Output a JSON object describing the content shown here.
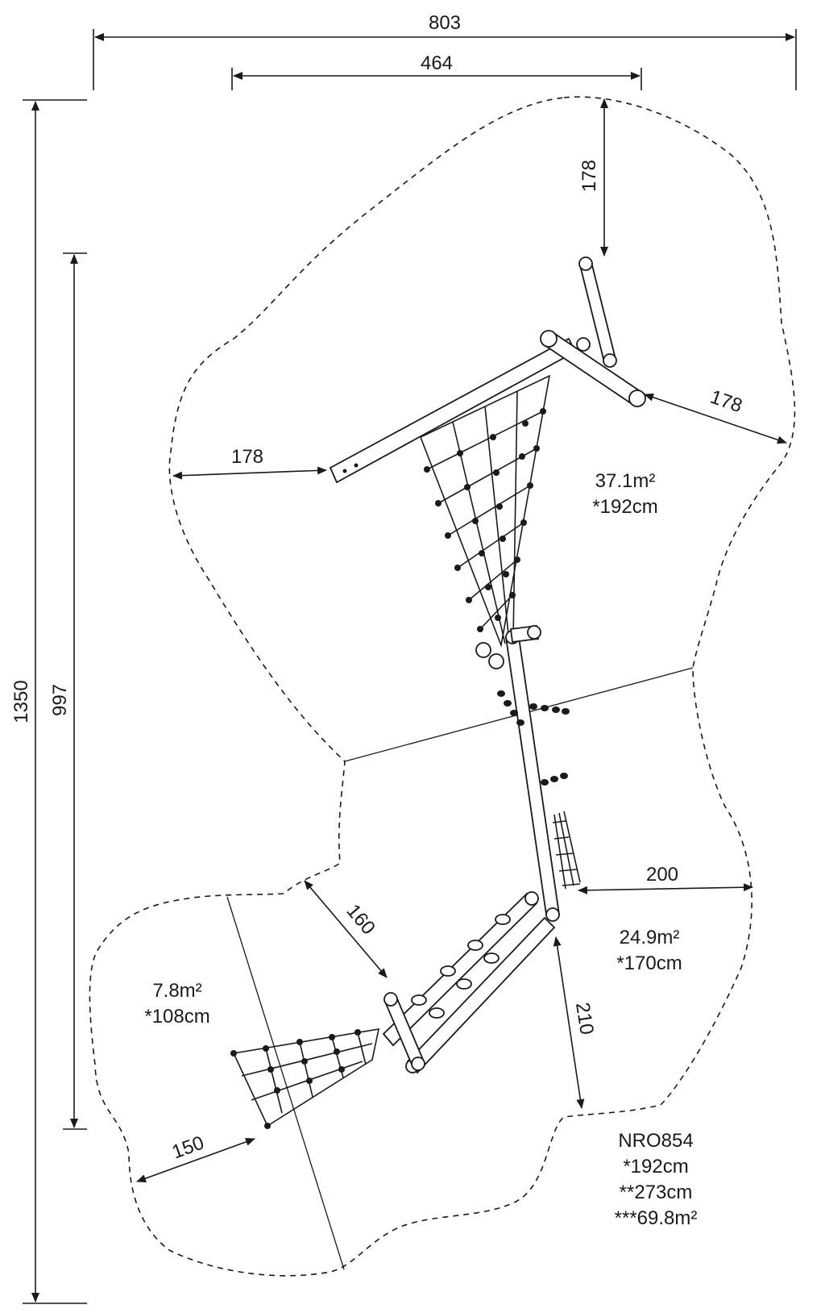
{
  "dimensions": {
    "width_total": "803",
    "width_inner": "464",
    "height_total": "1350",
    "height_inner": "997",
    "top_clearance": "178",
    "right_clearance": "178",
    "left_clearance": "178",
    "clearance_160": "160",
    "clearance_200": "200",
    "clearance_210": "210",
    "clearance_150": "150"
  },
  "areas": {
    "upper": {
      "area": "37.1m²",
      "height": "*192cm"
    },
    "middle": {
      "area": "24.9m²",
      "height": "*170cm"
    },
    "lower": {
      "area": "7.8m²",
      "height": "*108cm"
    }
  },
  "product": {
    "code": "NRO854",
    "fall_height": "*192cm",
    "free_height": "**273cm",
    "total_area": "***69.8m²"
  }
}
